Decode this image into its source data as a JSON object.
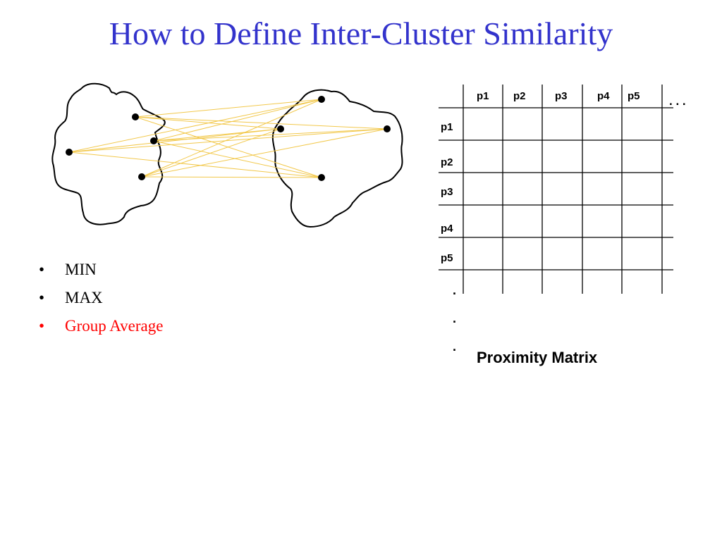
{
  "slide": {
    "title": "How to Define Inter-Cluster Similarity"
  },
  "colors": {
    "title": "#3333cc",
    "edge": "#f2c84b",
    "highlight": "#ff0000",
    "text": "#000000"
  },
  "bullets": [
    {
      "marker": "•",
      "label": "MIN",
      "highlighted": false
    },
    {
      "marker": "•",
      "label": "MAX",
      "highlighted": false
    },
    {
      "marker": "•",
      "label": "Group Average",
      "highlighted": true
    }
  ],
  "proximity_matrix": {
    "title": "Proximity Matrix",
    "column_headers": [
      "p1",
      "p2",
      "p3",
      "p4",
      "p5"
    ],
    "row_headers": [
      "p1",
      "p2",
      "p3",
      "p4",
      "p5"
    ],
    "column_continuation": ". . .",
    "row_continuation": [
      ".",
      ".",
      "."
    ]
  }
}
